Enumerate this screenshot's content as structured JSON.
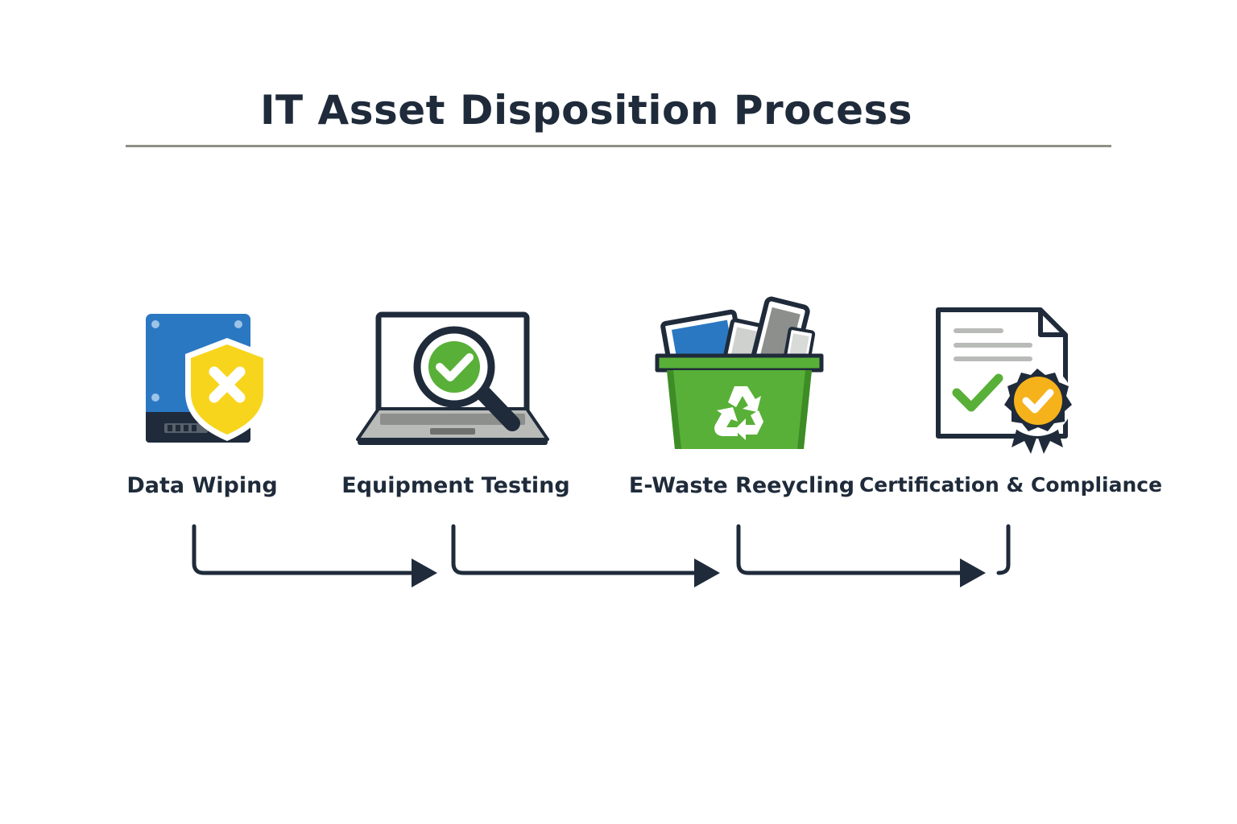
{
  "title": "IT Asset Disposition Process",
  "steps": [
    {
      "label": "Data Wiping",
      "icon": "hard-drive-shield-icon"
    },
    {
      "label": "Equipment Testing",
      "icon": "laptop-magnifier-icon"
    },
    {
      "label": "E-Waste Reeycling",
      "icon": "recycling-bin-icon"
    },
    {
      "label": "Certification & Compliance",
      "icon": "certificate-badge-icon"
    }
  ],
  "colors": {
    "ink": "#1f2b3a",
    "blue": "#2b78c2",
    "yellow": "#f7d51d",
    "green": "#58b038",
    "gold": "#f5b21b",
    "gray": "#b9bbb8"
  }
}
